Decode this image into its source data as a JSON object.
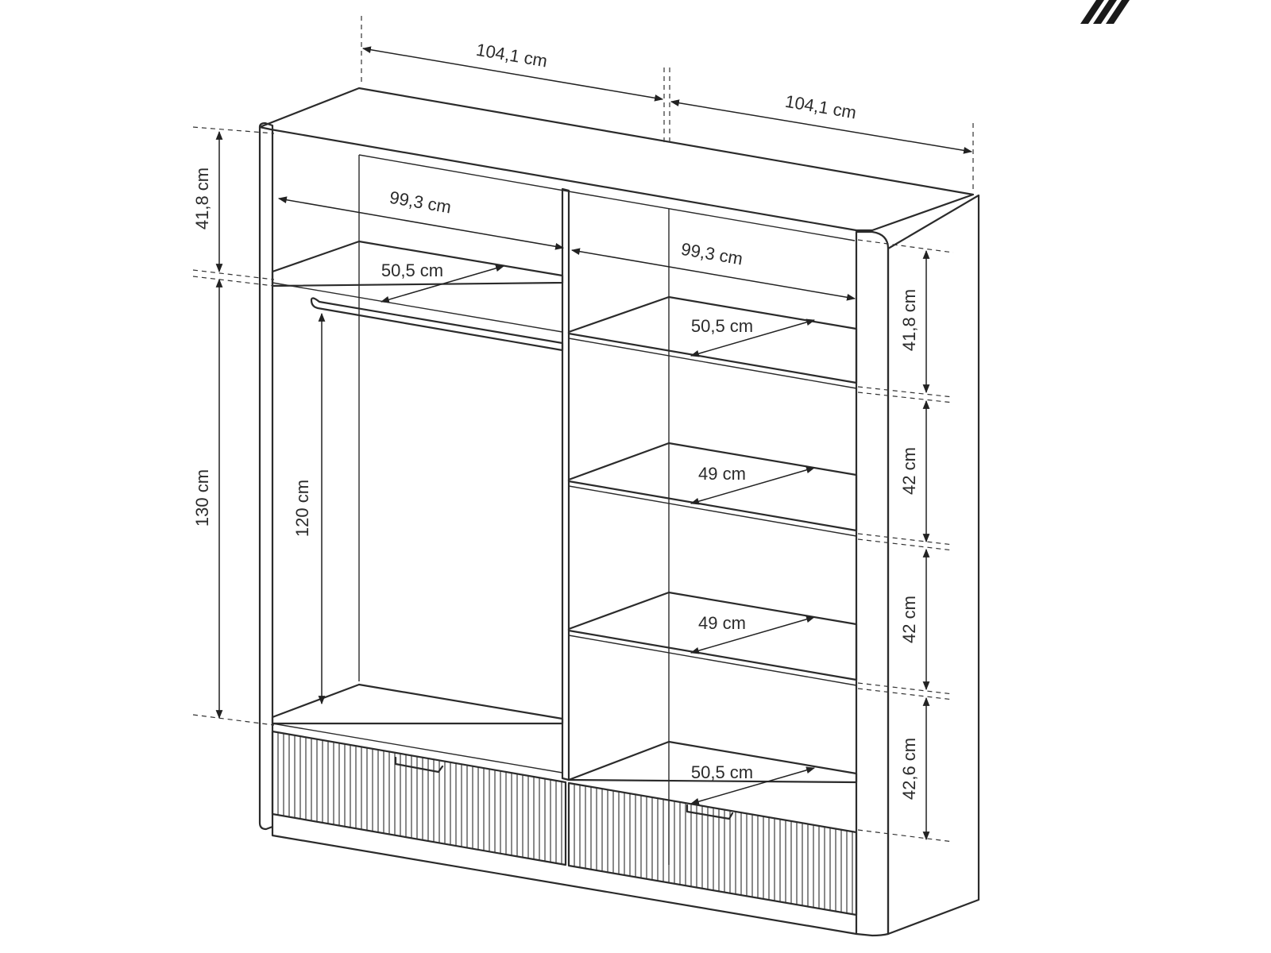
{
  "dimensions": {
    "top_width_left": "104,1 cm",
    "top_width_right": "104,1 cm",
    "inner_width_left": "99,3 cm",
    "inner_width_right": "99,3 cm",
    "depth_left_top": "50,5 cm",
    "depth_right_top": "50,5 cm",
    "depth_right_2": "49 cm",
    "depth_right_3": "49 cm",
    "depth_right_bottom": "50,5 cm",
    "height_left_top": "41,8 cm",
    "height_left_main": "130 cm",
    "height_rail": "120 cm",
    "height_right_1": "41,8 cm",
    "height_right_2": "42 cm",
    "height_right_3": "42 cm",
    "height_right_4": "42,6 cm"
  },
  "logo": {
    "icon": "triple-slash-logo",
    "color": "#1a1a1a"
  }
}
